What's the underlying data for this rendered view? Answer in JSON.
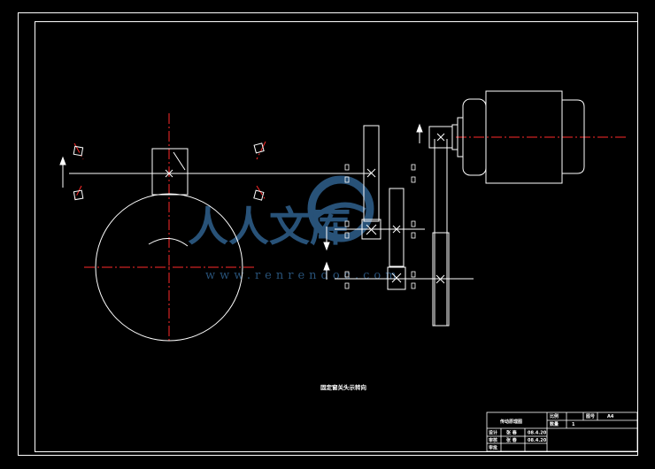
{
  "drawing": {
    "title": "固定窗关头示转向",
    "background": "#000000",
    "line_color": "#ffffff",
    "center_line_color": "#ff2a2a"
  },
  "title_block": {
    "drawing_name": "传动原理图",
    "material_label": "比例",
    "material_value": "",
    "scale_label": "图号",
    "scale_value": "A4",
    "count_label": "数量",
    "count_value": "1",
    "rows": [
      {
        "role": "设计",
        "name": "张 春",
        "date": "08.4.20"
      },
      {
        "role": "审核",
        "name": "张 春",
        "date": "08.4.20"
      },
      {
        "role": "审批",
        "name": "",
        "date": ""
      }
    ]
  },
  "watermark": {
    "brand": "人人文库",
    "url": "www.renrendoc.com",
    "color": "#2d5b86"
  }
}
